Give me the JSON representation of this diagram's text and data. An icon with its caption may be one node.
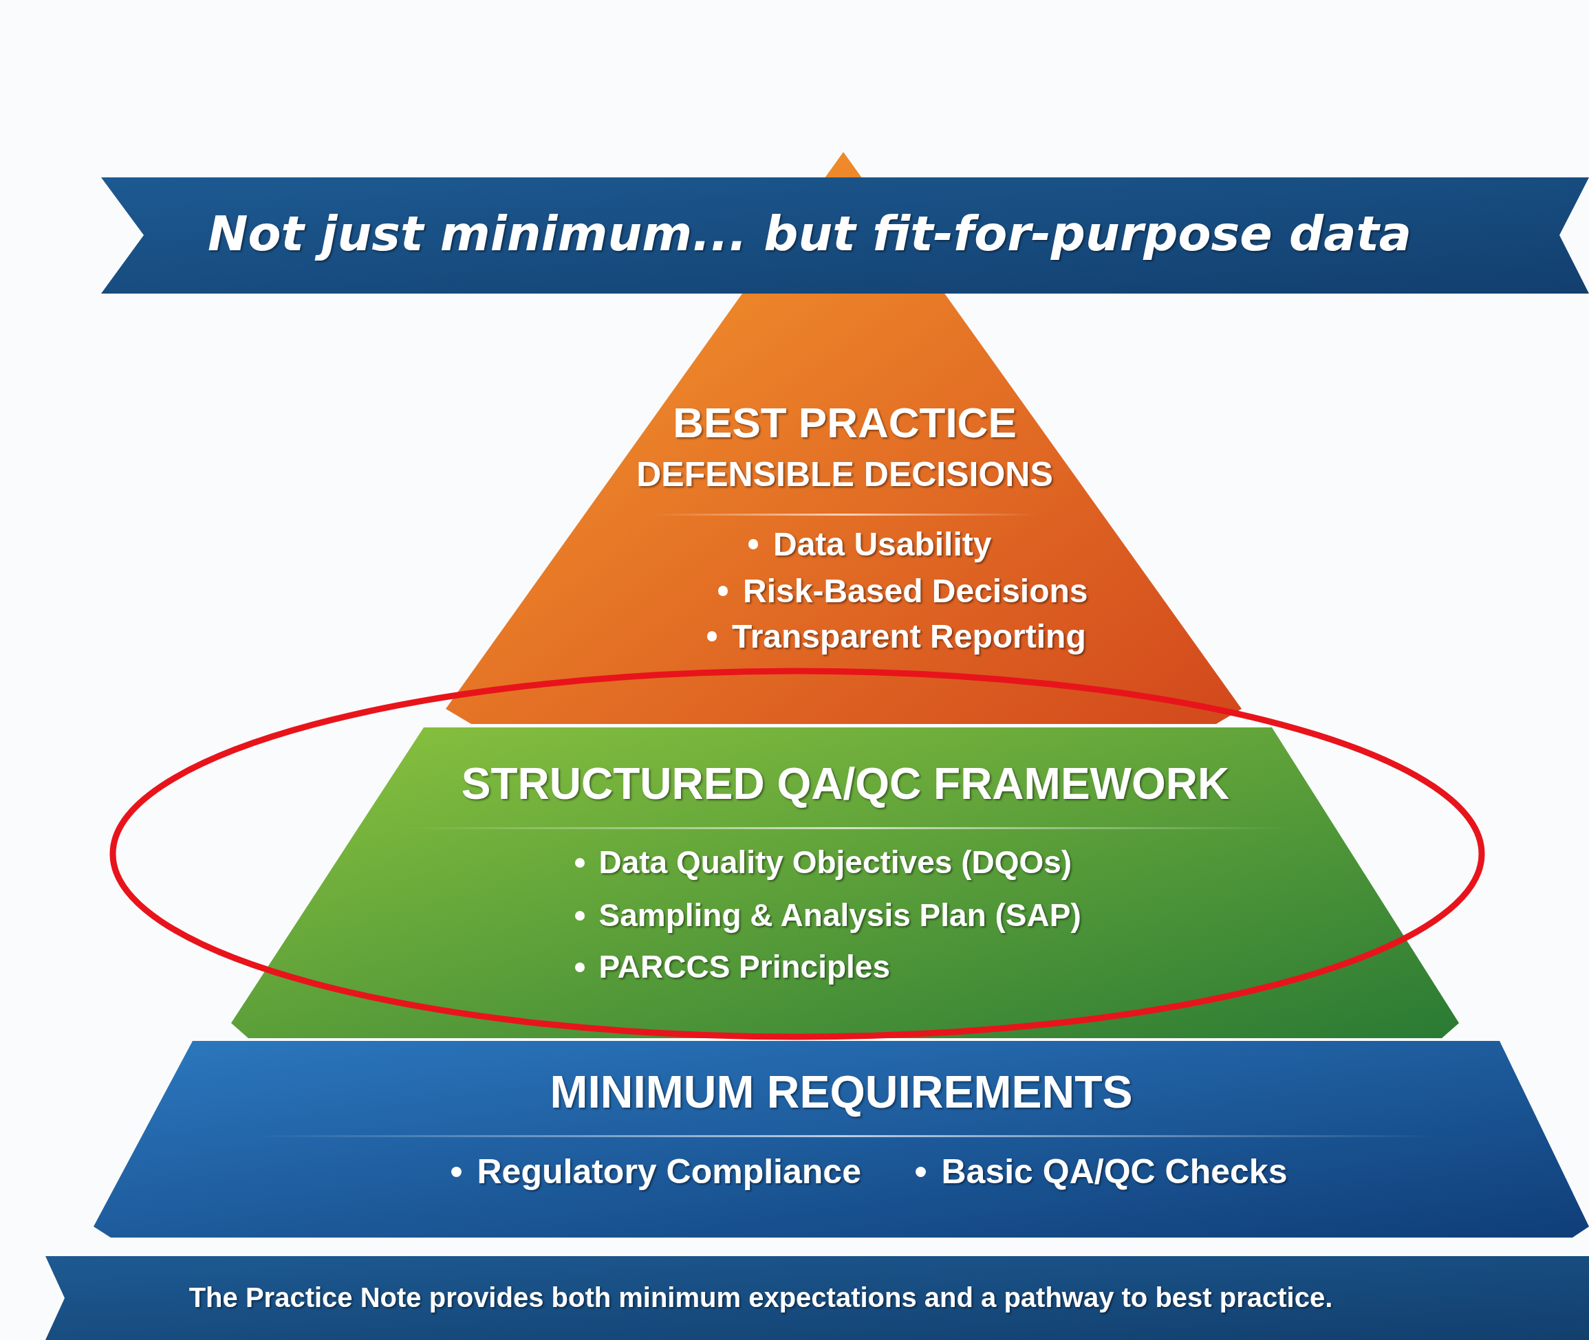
{
  "diagram": {
    "nodes": [
      {
        "text": [
          "Not just minimum... but fit-for-purpose data"
        ]
      },
      {
        "text": [
          "BEST PRACTICE",
          "DEFENSIBLE DECISIONS",
          "Data Usability",
          "Risk-Based Decisions",
          "Transparent Reporting"
        ]
      },
      {
        "text": [
          "STRUCTURED QA/QC FRAMEWORK",
          "Data Quality Objectives (DQOs)",
          "Sampling & Analysis Plan (SAP)",
          "PARCCS Principles"
        ]
      },
      {
        "text": [
          "MINIMUM REQUIREMENTS",
          "Regulatory Compliance",
          "Basic QA/QC Checks"
        ]
      },
      {
        "text": [
          "The Practice Note provides both minimum expectations and a pathway to best practice."
        ]
      }
    ]
  }
}
